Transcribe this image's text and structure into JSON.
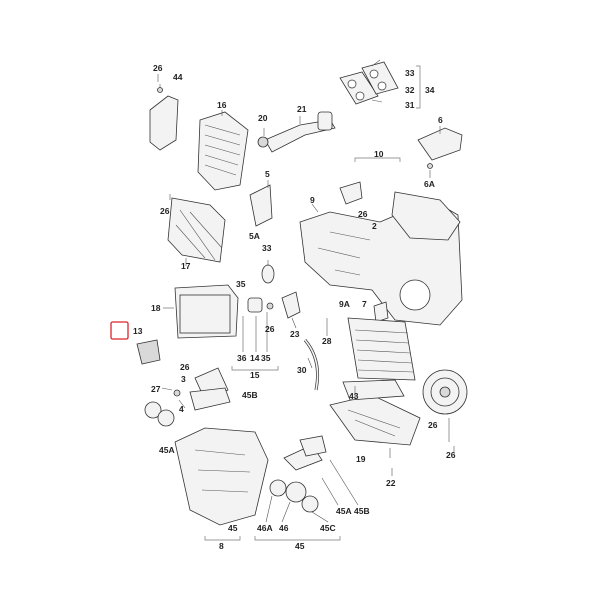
{
  "diagram": {
    "labels": [
      {
        "id": "l26a",
        "text": "26"
      },
      {
        "id": "l44",
        "text": "44"
      },
      {
        "id": "l16",
        "text": "16"
      },
      {
        "id": "l20",
        "text": "20"
      },
      {
        "id": "l21",
        "text": "21"
      },
      {
        "id": "l33a",
        "text": "33"
      },
      {
        "id": "l32",
        "text": "32"
      },
      {
        "id": "l34",
        "text": "34"
      },
      {
        "id": "l31",
        "text": "31"
      },
      {
        "id": "l6",
        "text": "6"
      },
      {
        "id": "l10",
        "text": "10"
      },
      {
        "id": "l6A",
        "text": "6A"
      },
      {
        "id": "l5",
        "text": "5"
      },
      {
        "id": "l26b",
        "text": "26"
      },
      {
        "id": "l9",
        "text": "9"
      },
      {
        "id": "l26c",
        "text": "26"
      },
      {
        "id": "l2",
        "text": "2"
      },
      {
        "id": "l5A",
        "text": "5A"
      },
      {
        "id": "l33b",
        "text": "33"
      },
      {
        "id": "l17",
        "text": "17"
      },
      {
        "id": "l18",
        "text": "18"
      },
      {
        "id": "l35a",
        "text": "35"
      },
      {
        "id": "l9A",
        "text": "9A"
      },
      {
        "id": "l7",
        "text": "7"
      },
      {
        "id": "l13",
        "text": "13"
      },
      {
        "id": "l26d",
        "text": "26"
      },
      {
        "id": "l23",
        "text": "23"
      },
      {
        "id": "l28",
        "text": "28"
      },
      {
        "id": "l36",
        "text": "36"
      },
      {
        "id": "l14",
        "text": "14"
      },
      {
        "id": "l35b",
        "text": "35"
      },
      {
        "id": "l15",
        "text": "15"
      },
      {
        "id": "l26e",
        "text": "26"
      },
      {
        "id": "l30",
        "text": "30"
      },
      {
        "id": "l3",
        "text": "3"
      },
      {
        "id": "l45B",
        "text": "45B"
      },
      {
        "id": "l27",
        "text": "27"
      },
      {
        "id": "l4",
        "text": "4"
      },
      {
        "id": "l43",
        "text": "43"
      },
      {
        "id": "l45A",
        "text": "45A"
      },
      {
        "id": "l26f",
        "text": "26"
      },
      {
        "id": "l19",
        "text": "19"
      },
      {
        "id": "l26g",
        "text": "26"
      },
      {
        "id": "l22",
        "text": "22"
      },
      {
        "id": "l45Aa",
        "text": "45A"
      },
      {
        "id": "l45Bb",
        "text": "45B"
      },
      {
        "id": "l45a",
        "text": "45"
      },
      {
        "id": "l46A",
        "text": "46A"
      },
      {
        "id": "l46",
        "text": "46"
      },
      {
        "id": "l45C",
        "text": "45C"
      },
      {
        "id": "l8",
        "text": "8"
      },
      {
        "id": "l45b",
        "text": "45"
      }
    ],
    "highlight": {
      "label": "13",
      "color": "#d9262b"
    }
  }
}
